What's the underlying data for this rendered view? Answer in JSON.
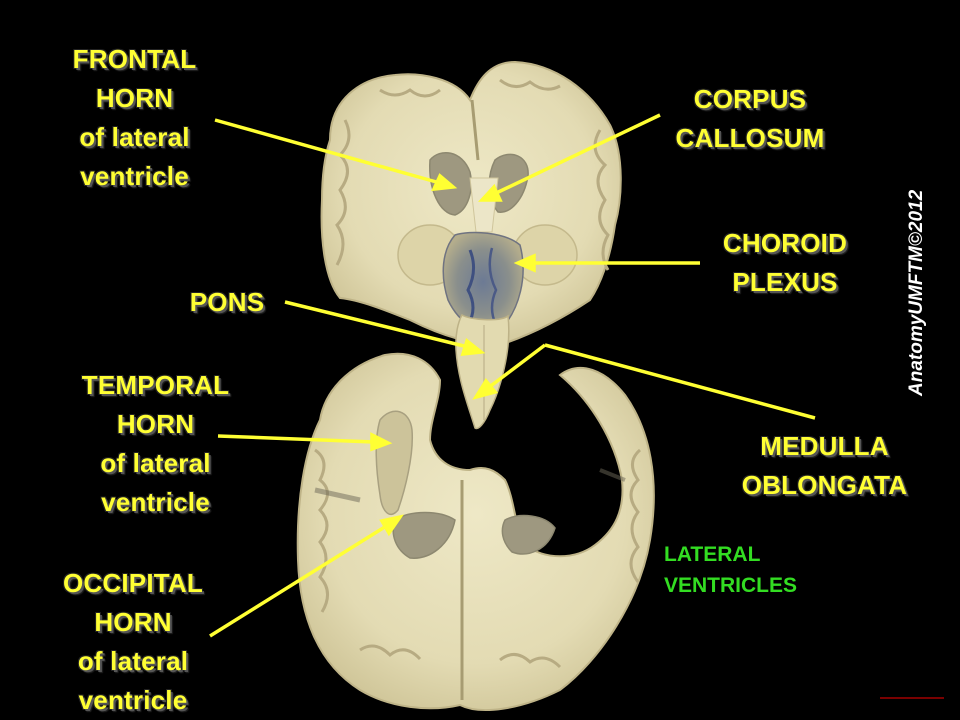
{
  "labels": {
    "frontal_horn": "FRONTAL\nHORN\nof lateral\nventricle",
    "corpus_callosum": "CORPUS\nCALLOSUM",
    "choroid_plexus": "CHOROID\nPLEXUS",
    "pons": "PONS",
    "temporal_horn": "TEMPORAL\nHORN\nof lateral\nventricle",
    "medulla_oblongata": "MEDULLA\nOBLONGATA",
    "occipital_horn": "OCCIPITAL\nHORN\nof lateral\nventricle"
  },
  "legend": {
    "lateral_ventricles": "LATERAL\nVENTRICLES"
  },
  "watermark": "AnatomyUMFTM©2012",
  "colors": {
    "background": "#000000",
    "label": "#ffff33",
    "pointer": "#ffff33",
    "legend": "#33dd22",
    "tissue": "#e6e0b8",
    "tissue_shadow": "#cfc69a",
    "ventricle": "#a4a08a"
  }
}
